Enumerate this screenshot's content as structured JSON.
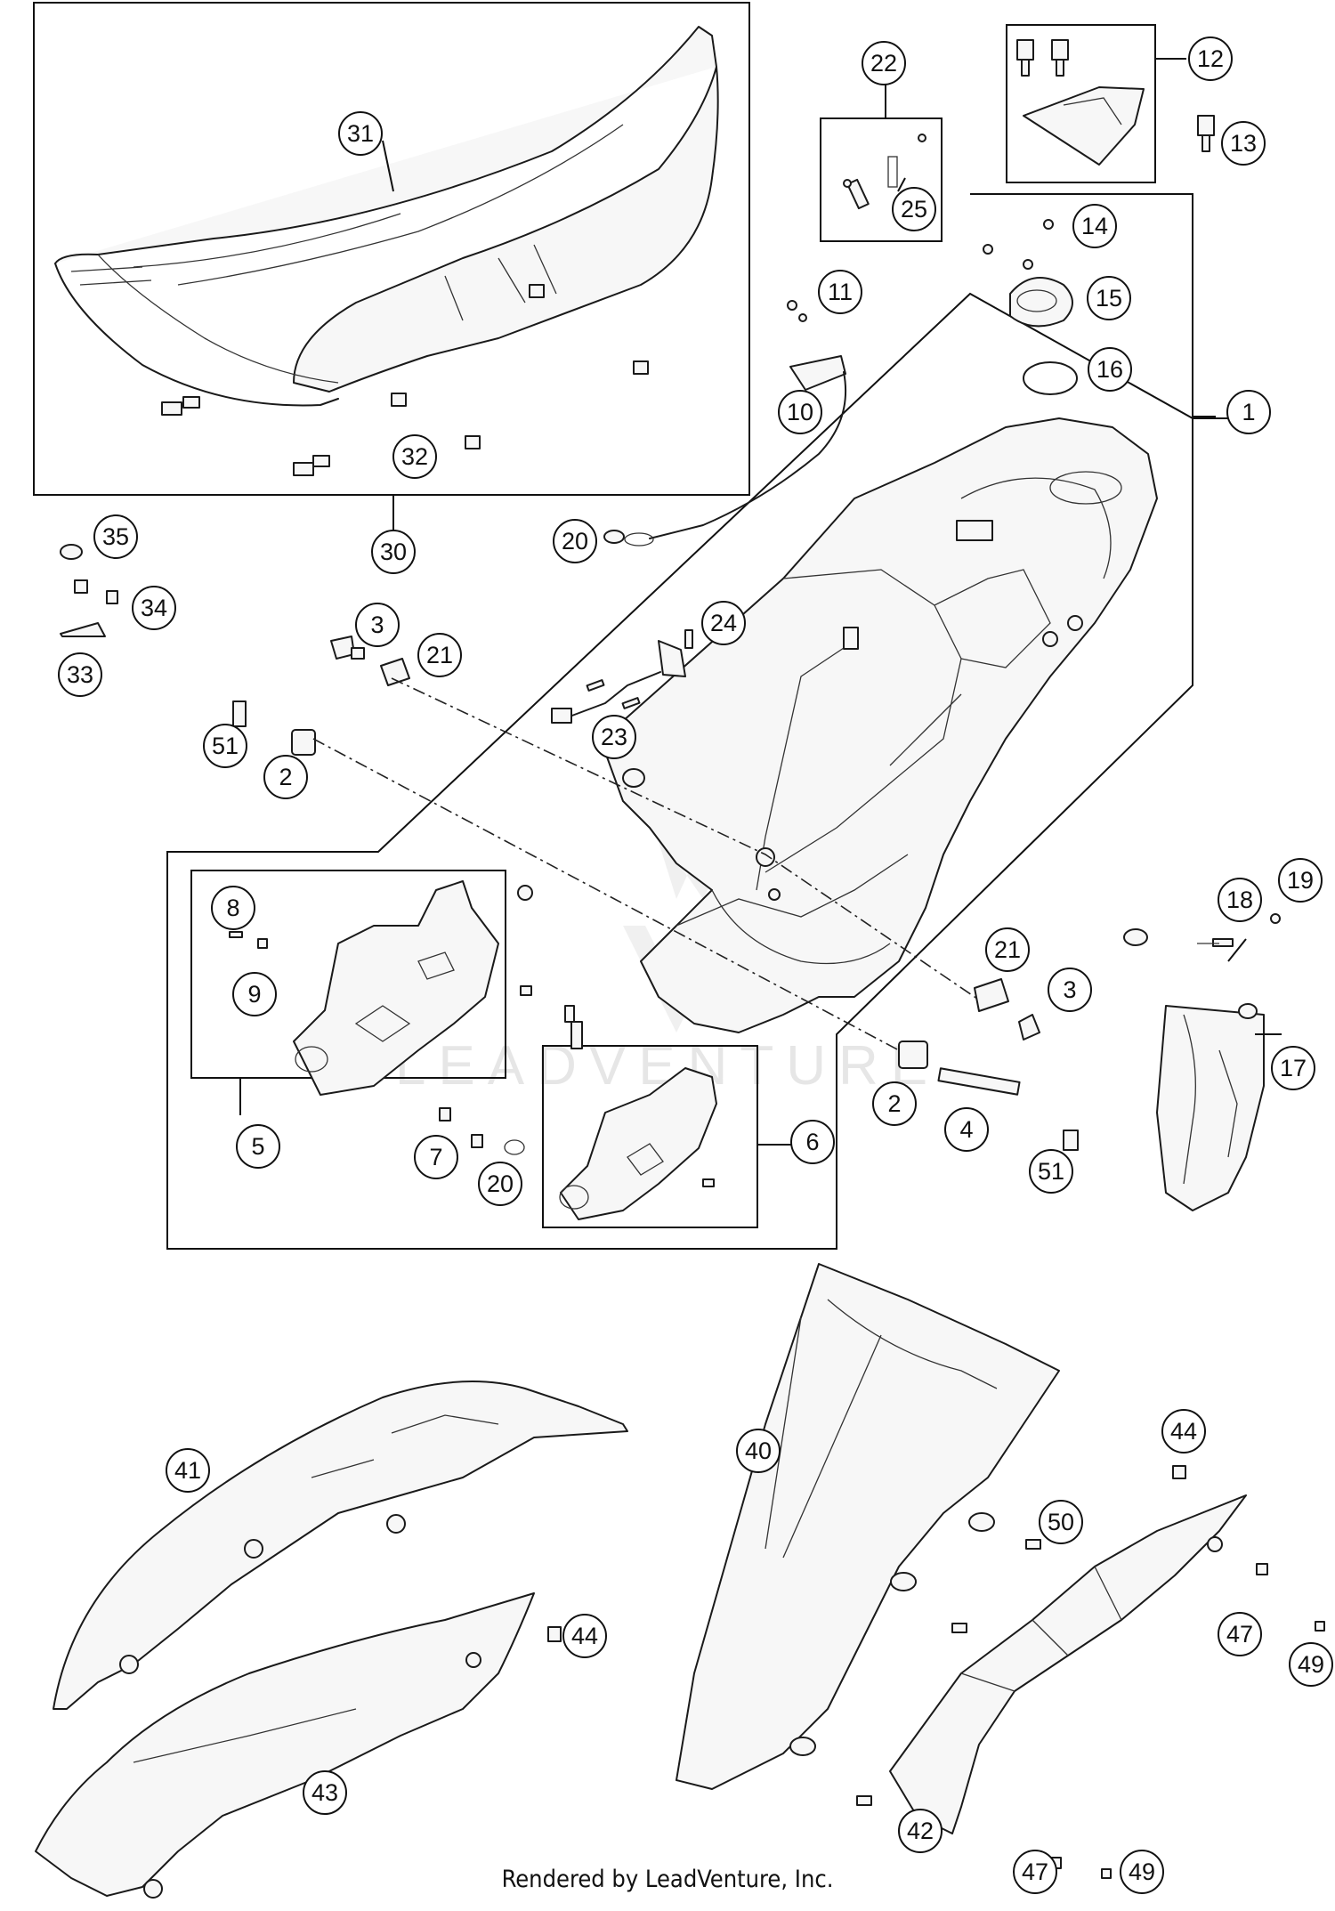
{
  "watermark": "LEADVENTURE",
  "footer": "Rendered by LeadVenture, Inc.",
  "callouts": [
    {
      "id": "c31",
      "label": "31"
    },
    {
      "id": "c32",
      "label": "32"
    },
    {
      "id": "c30",
      "label": "30"
    },
    {
      "id": "c22",
      "label": "22"
    },
    {
      "id": "c25",
      "label": "25"
    },
    {
      "id": "c12",
      "label": "12"
    },
    {
      "id": "c13",
      "label": "13"
    },
    {
      "id": "c14",
      "label": "14"
    },
    {
      "id": "c15",
      "label": "15"
    },
    {
      "id": "c16",
      "label": "16"
    },
    {
      "id": "c1",
      "label": "1"
    },
    {
      "id": "c11",
      "label": "11"
    },
    {
      "id": "c10",
      "label": "10"
    },
    {
      "id": "c20a",
      "label": "20"
    },
    {
      "id": "c35",
      "label": "35"
    },
    {
      "id": "c34",
      "label": "34"
    },
    {
      "id": "c33",
      "label": "33"
    },
    {
      "id": "c3a",
      "label": "3"
    },
    {
      "id": "c21a",
      "label": "21"
    },
    {
      "id": "c24",
      "label": "24"
    },
    {
      "id": "c23",
      "label": "23"
    },
    {
      "id": "c51a",
      "label": "51"
    },
    {
      "id": "c2a",
      "label": "2"
    },
    {
      "id": "c8",
      "label": "8"
    },
    {
      "id": "c9",
      "label": "9"
    },
    {
      "id": "c5",
      "label": "5"
    },
    {
      "id": "c7",
      "label": "7"
    },
    {
      "id": "c20b",
      "label": "20"
    },
    {
      "id": "c6",
      "label": "6"
    },
    {
      "id": "c21b",
      "label": "21"
    },
    {
      "id": "c3b",
      "label": "3"
    },
    {
      "id": "c2b",
      "label": "2"
    },
    {
      "id": "c4",
      "label": "4"
    },
    {
      "id": "c51b",
      "label": "51"
    },
    {
      "id": "c19",
      "label": "19"
    },
    {
      "id": "c18",
      "label": "18"
    },
    {
      "id": "c17",
      "label": "17"
    },
    {
      "id": "c41",
      "label": "41"
    },
    {
      "id": "c43",
      "label": "43"
    },
    {
      "id": "c44a",
      "label": "44"
    },
    {
      "id": "c40",
      "label": "40"
    },
    {
      "id": "c50",
      "label": "50"
    },
    {
      "id": "c44b",
      "label": "44"
    },
    {
      "id": "c47a",
      "label": "47"
    },
    {
      "id": "c49a",
      "label": "49"
    },
    {
      "id": "c42",
      "label": "42"
    },
    {
      "id": "c47b",
      "label": "47"
    },
    {
      "id": "c49b",
      "label": "49"
    }
  ]
}
